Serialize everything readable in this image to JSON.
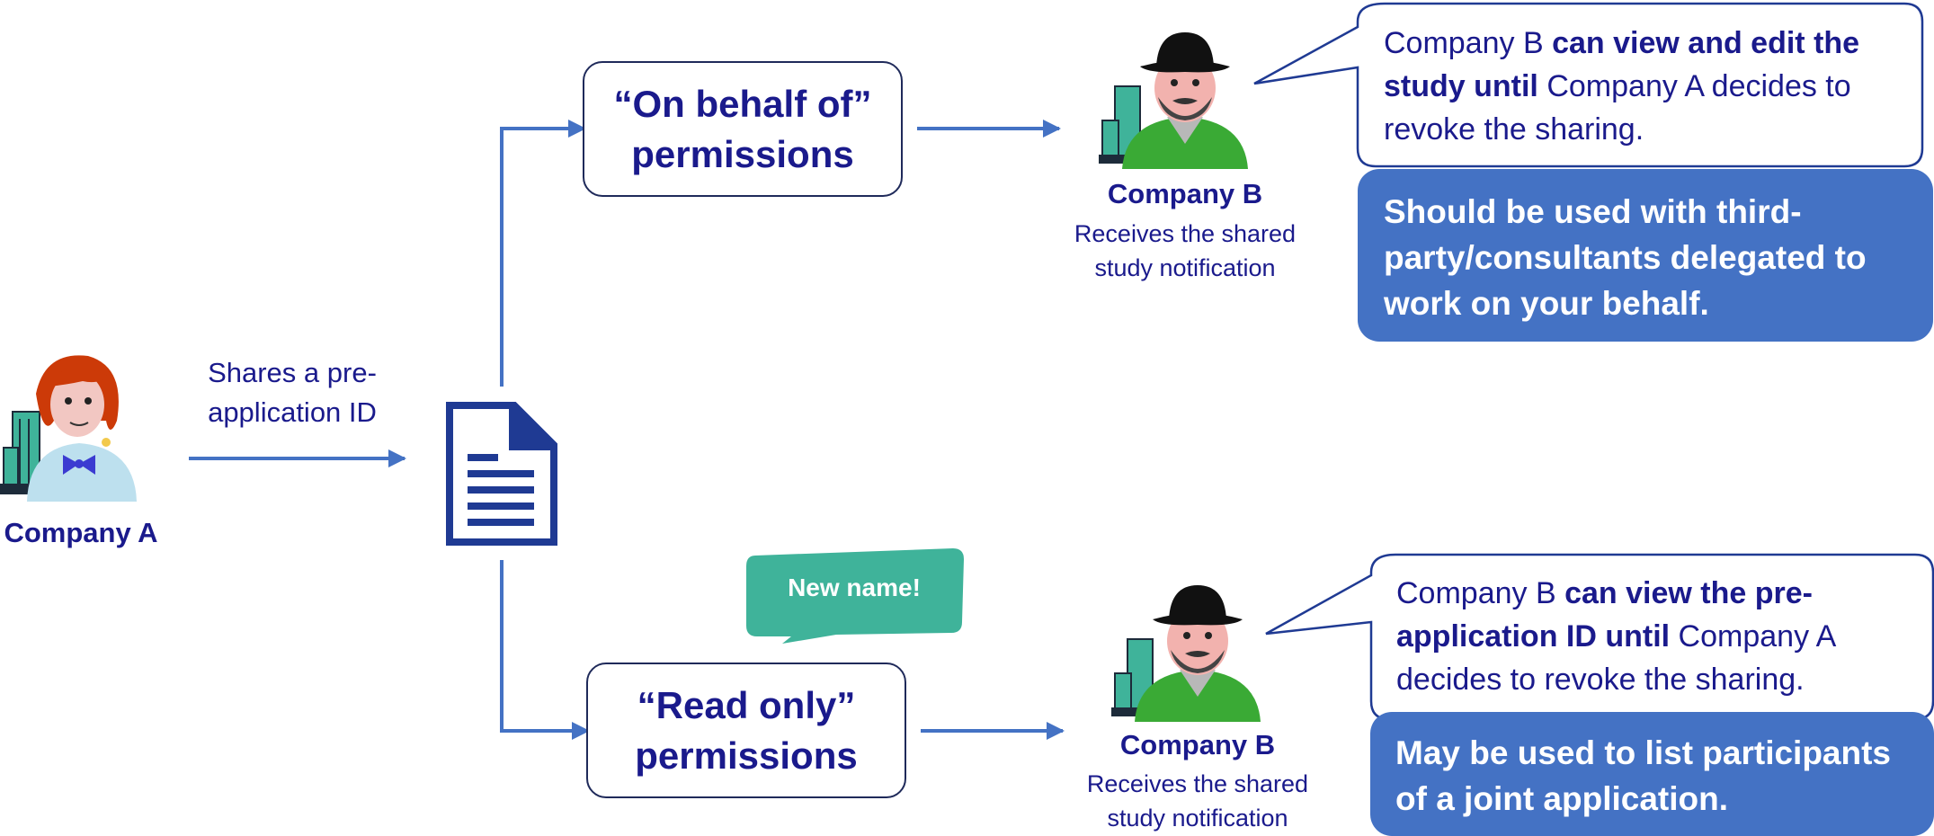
{
  "company_a": {
    "name": "Company A"
  },
  "share": {
    "label_line1": "Shares a pre-",
    "label_line2": "application ID"
  },
  "top": {
    "permission_line1": "“On behalf of”",
    "permission_line2": "permissions",
    "company": "Company B",
    "sub_line1": "Receives the shared",
    "sub_line2": "study notification",
    "callout": {
      "line1_a": "Company B ",
      "line1_b": "can view and edit the",
      "line2_a": "study until",
      "line2_b": " Company A decides to",
      "line3": "revoke the sharing."
    },
    "note_line1": "Should be used with third-",
    "note_line2": "party/consultants delegated to",
    "note_line3": "work on your behalf."
  },
  "bottom": {
    "badge": "New name!",
    "permission_line1": "“Read only”",
    "permission_line2": "permissions",
    "company": "Company B",
    "sub_line1": "Receives the shared",
    "sub_line2": "study notification",
    "callout": {
      "line1_a": "Company B ",
      "line1_b": "can view the pre-",
      "line2_a": "application ID until",
      "line2_b": " Company A",
      "line3": "decides to revoke the sharing."
    },
    "note_line1": "May be used to list participants",
    "note_line2": "of a joint application."
  },
  "colors": {
    "text": "#1a1a8c",
    "arrow": "#4472c4",
    "note_fill": "#4472c4",
    "badge_fill": "#3fb39a",
    "document": "#1f3a93"
  },
  "icons": {
    "company_a": "woman-with-building-icon",
    "company_b": "man-with-hat-and-building-icon",
    "document": "document-icon"
  }
}
